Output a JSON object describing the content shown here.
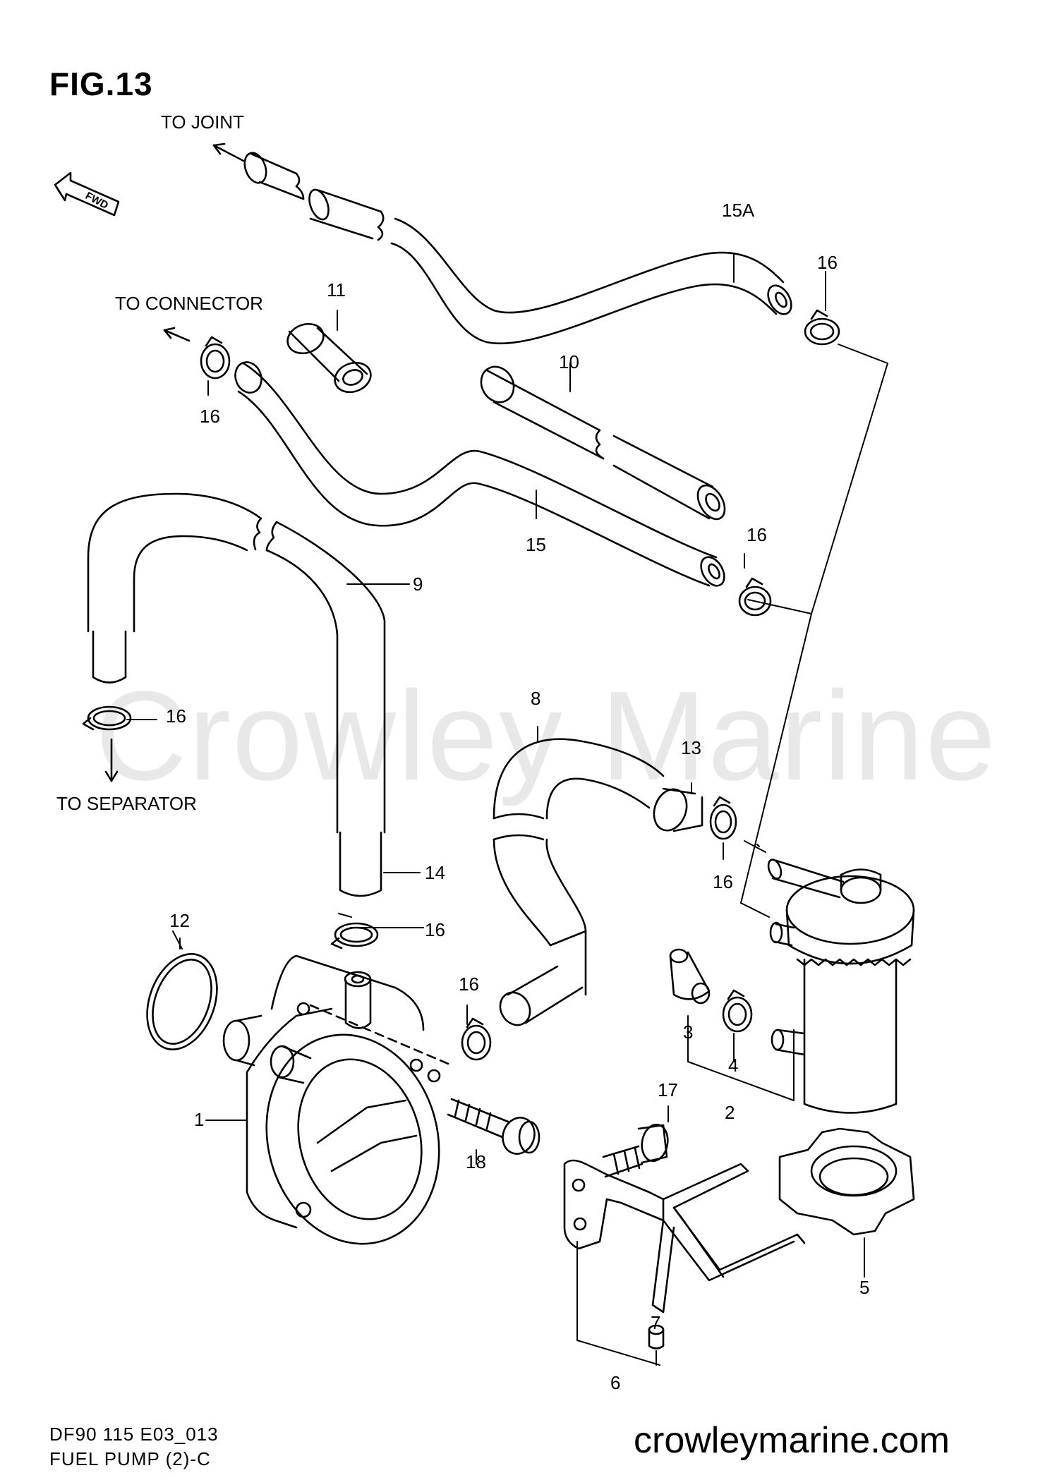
{
  "figure": {
    "number": "FIG.13"
  },
  "watermark": "Crowley Marine",
  "destinations": {
    "to_joint": "TO JOINT",
    "to_connector": "TO CONNECTOR",
    "to_separator": "TO SEPARATOR"
  },
  "fwd_badge": "FWD",
  "part_labels": {
    "p1": "1",
    "p2": "2",
    "p3": "3",
    "p4": "4",
    "p5": "5",
    "p6": "6",
    "p7": "7",
    "p8": "8",
    "p9": "9",
    "p10": "10",
    "p11": "11",
    "p12": "12",
    "p13": "13",
    "p14": "14",
    "p15": "15",
    "p15a": "15A",
    "p17": "17",
    "p18": "18",
    "p16a": "16",
    "p16b": "16",
    "p16c": "16",
    "p16d": "16",
    "p16e": "16",
    "p16f": "16",
    "p16g": "16"
  },
  "footer": {
    "model_code": "DF90 115 E03_013",
    "section_title": "FUEL PUMP (2)-C",
    "website": "crowleymarine.com"
  }
}
